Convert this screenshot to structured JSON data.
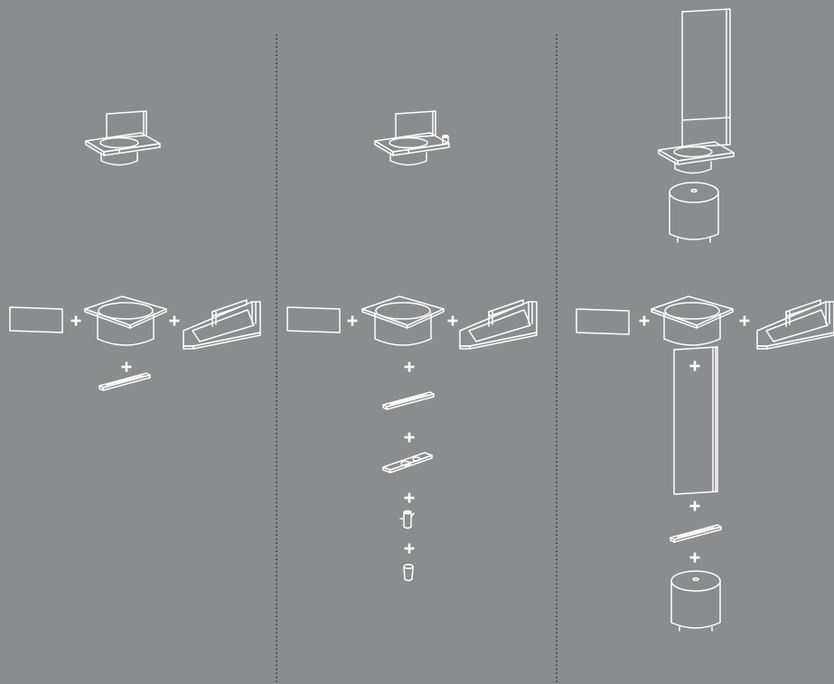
{
  "colors": {
    "background": "#8b8c8e",
    "line": "#ffffff",
    "separator": "#1e1e1e"
  },
  "columns": [
    {
      "assembled": "vanity-basic",
      "parts_row": [
        "mirror-panel",
        "basin-unit",
        "shelf-frame"
      ],
      "parts_stack": [
        "towel-bar"
      ]
    },
    {
      "assembled": "vanity-with-faucet",
      "parts_row": [
        "mirror-panel",
        "basin-unit",
        "shelf-frame"
      ],
      "parts_stack": [
        "towel-bar",
        "faucet-plate",
        "faucet",
        "drain-cup"
      ]
    },
    {
      "assembled": "vanity-tall-with-cabinet",
      "parts_row": [
        "mirror-panel",
        "basin-unit",
        "shelf-frame"
      ],
      "parts_stack": [
        "tall-mirror",
        "towel-bar",
        "round-cabinet"
      ]
    }
  ]
}
